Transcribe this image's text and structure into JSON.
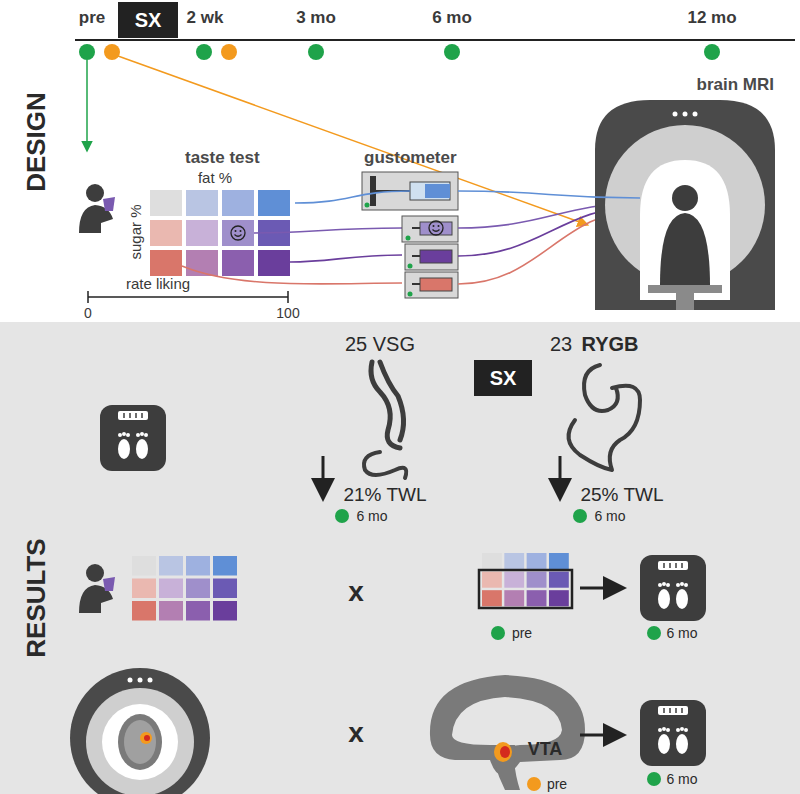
{
  "diagram": {
    "nodes": [
      {
        "text": [
          "SX"
        ]
      },
      {
        "text": [
          "taste test"
        ]
      },
      {
        "text": [
          "gustometer"
        ]
      },
      {
        "text": [
          "brain MRI"
        ]
      },
      {
        "text": [
          "SX"
        ]
      }
    ],
    "edges": [
      {
        "from": 1,
        "to": 2,
        "arrow": "none"
      },
      {
        "from": 2,
        "to": 3,
        "arrow": "none"
      }
    ],
    "labels": [
      "pre",
      "2 wk",
      "3 mo",
      "6 mo",
      "12 mo",
      "DESIGN",
      "fat %",
      "sugar %",
      "rate liking",
      "0",
      "100",
      "RESULTS",
      "25 VSG",
      "23",
      "RYGB",
      "21% TWL",
      "6 mo",
      "25% TWL",
      "6 mo",
      "x",
      "pre",
      "6 mo",
      "x",
      "VTA",
      "pre",
      "6 mo"
    ]
  }
}
